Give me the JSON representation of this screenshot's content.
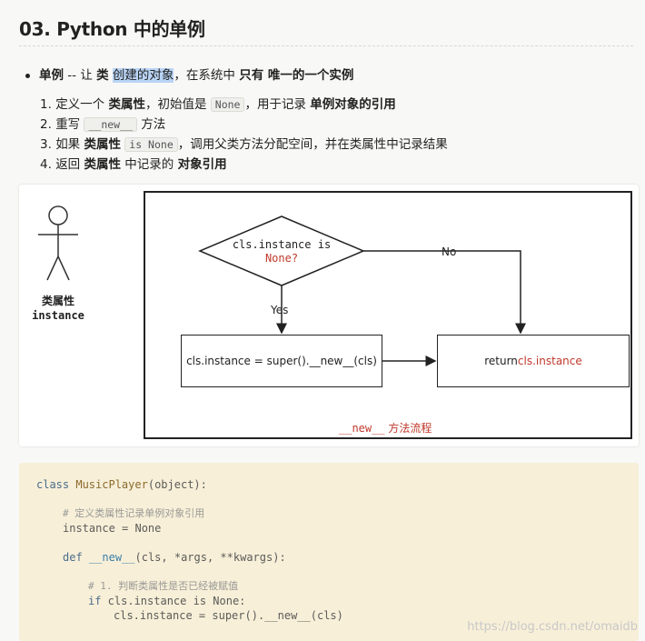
{
  "heading": "03. Python 中的单例",
  "bullet": {
    "term": "单例",
    "dash": " -- 让 ",
    "cls_word": "类",
    "highlight": "创建的对象",
    "mid": "，在系统中 ",
    "only": "只有",
    "end": " 唯一的一个实例"
  },
  "steps": [
    {
      "n": "1.",
      "a": "定义一个 ",
      "b": "类属性",
      "c": "，初始值是 ",
      "code": "None",
      "d": "，用于记录 ",
      "e": "单例对象的引用"
    },
    {
      "n": "2.",
      "a": "重写 ",
      "code": "__new__",
      "b": " 方法"
    },
    {
      "n": "3.",
      "a": "如果 ",
      "b": "类属性",
      "code": "is None",
      "c": "，调用父类方法分配空间，并在类属性中记录结果"
    },
    {
      "n": "4.",
      "a": "返回 ",
      "b": "类属性",
      "c": " 中记录的 ",
      "d": "对象引用"
    }
  ],
  "diagram": {
    "actor_label_1": "类属性",
    "actor_label_2": "instance",
    "decision_line1": "cls.instance is",
    "decision_line2": "None?",
    "no_label": "No",
    "yes_label": "Yes",
    "assign_box": "cls.instance = super().__new__(cls)",
    "return_prefix": "return ",
    "return_value": "cls.instance",
    "caption_code": "__new__",
    "caption_text": " 方法流程"
  },
  "code": {
    "line1_kw": "class",
    "line1_name": "MusicPlayer",
    "line1_rest": "(object):",
    "comment1": "# 定义类属性记录单例对象引用",
    "line3": "instance = None",
    "def_kw": "def",
    "def_name": "__new__",
    "def_rest": "(cls, *args, **kwargs):",
    "comment2": "# 1. 判断类属性是否已经被赋值",
    "if_kw": "if",
    "if_rest": " cls.instance is None:",
    "assign": "cls.instance = super().__new__(cls)"
  },
  "watermark": "https://blog.csdn.net/omaidb"
}
